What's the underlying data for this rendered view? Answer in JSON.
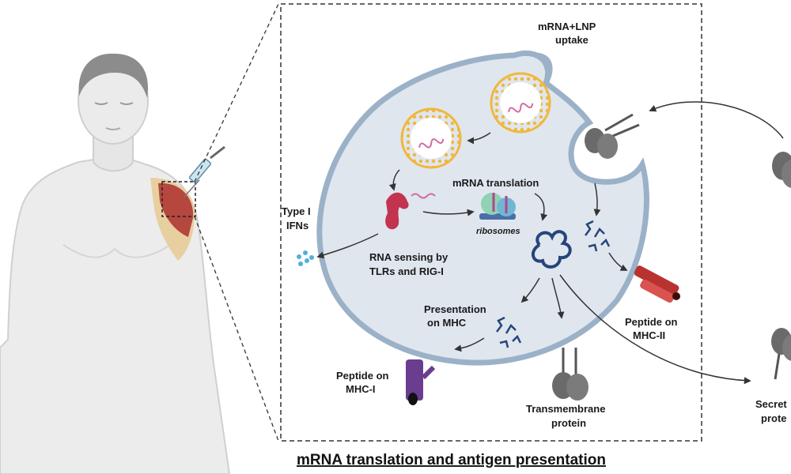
{
  "title": "mRNA translation and antigen presentation",
  "labels": {
    "uptake_line1": "mRNA+LNP",
    "uptake_line2": "uptake",
    "translation": "mRNA translation",
    "ribosomes": "ribosomes",
    "ifn_line1": "Type I",
    "ifn_line2": "IFNs",
    "sensing_line1": "RNA sensing by",
    "sensing_line2": "TLRs and RIG-I",
    "presentation_line1": "Presentation",
    "presentation_line2": "on MHC",
    "mhc1_line1": "Peptide on",
    "mhc1_line2": "MHC-I",
    "mhc2_line1": "Peptide on",
    "mhc2_line2": "MHC-II",
    "tm_line1": "Transmembrane",
    "tm_line2": "protein",
    "secreted_line1": "Secret",
    "secreted_line2": "prote"
  },
  "colors": {
    "cell_fill": "#dfe6ee",
    "cell_stroke": "#9bb1c8",
    "lnp_gold": "#f0b73b",
    "muscle": "#b5473f",
    "sensor": "#c2334f",
    "mhc1": "#6a3d8f",
    "mhc2": "#b83230",
    "protein": "#25457a",
    "receptor": "#5f5f5f"
  }
}
